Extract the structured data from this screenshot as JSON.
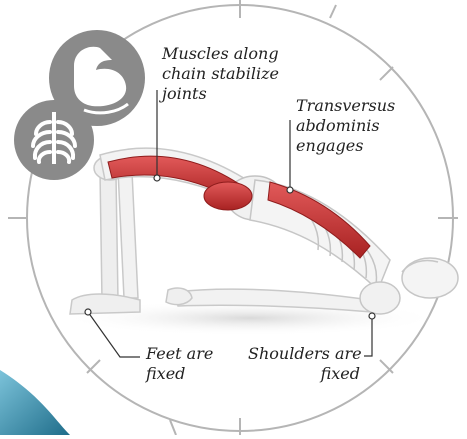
{
  "labels": {
    "muscles": [
      "Muscles along",
      "chain stabilize",
      "joints"
    ],
    "transversus": [
      "Transversus",
      "abdominis",
      "engages"
    ],
    "feet": [
      "Feet are",
      "fixed"
    ],
    "shoulders": [
      "Shoulders are",
      "fixed"
    ]
  },
  "icons": {
    "top": "flexed-arm-icon",
    "bottom": "rib-cage-icon"
  },
  "colors": {
    "icon_fill": "#8a8a8a",
    "circle_stroke": "#b5b5b5",
    "bone": "#efefef",
    "bone_shadow": "#cfcfcf",
    "muscle": "#cf3b3b",
    "muscle_dark": "#9f2020",
    "accent_teal": "#2f8aa8"
  }
}
